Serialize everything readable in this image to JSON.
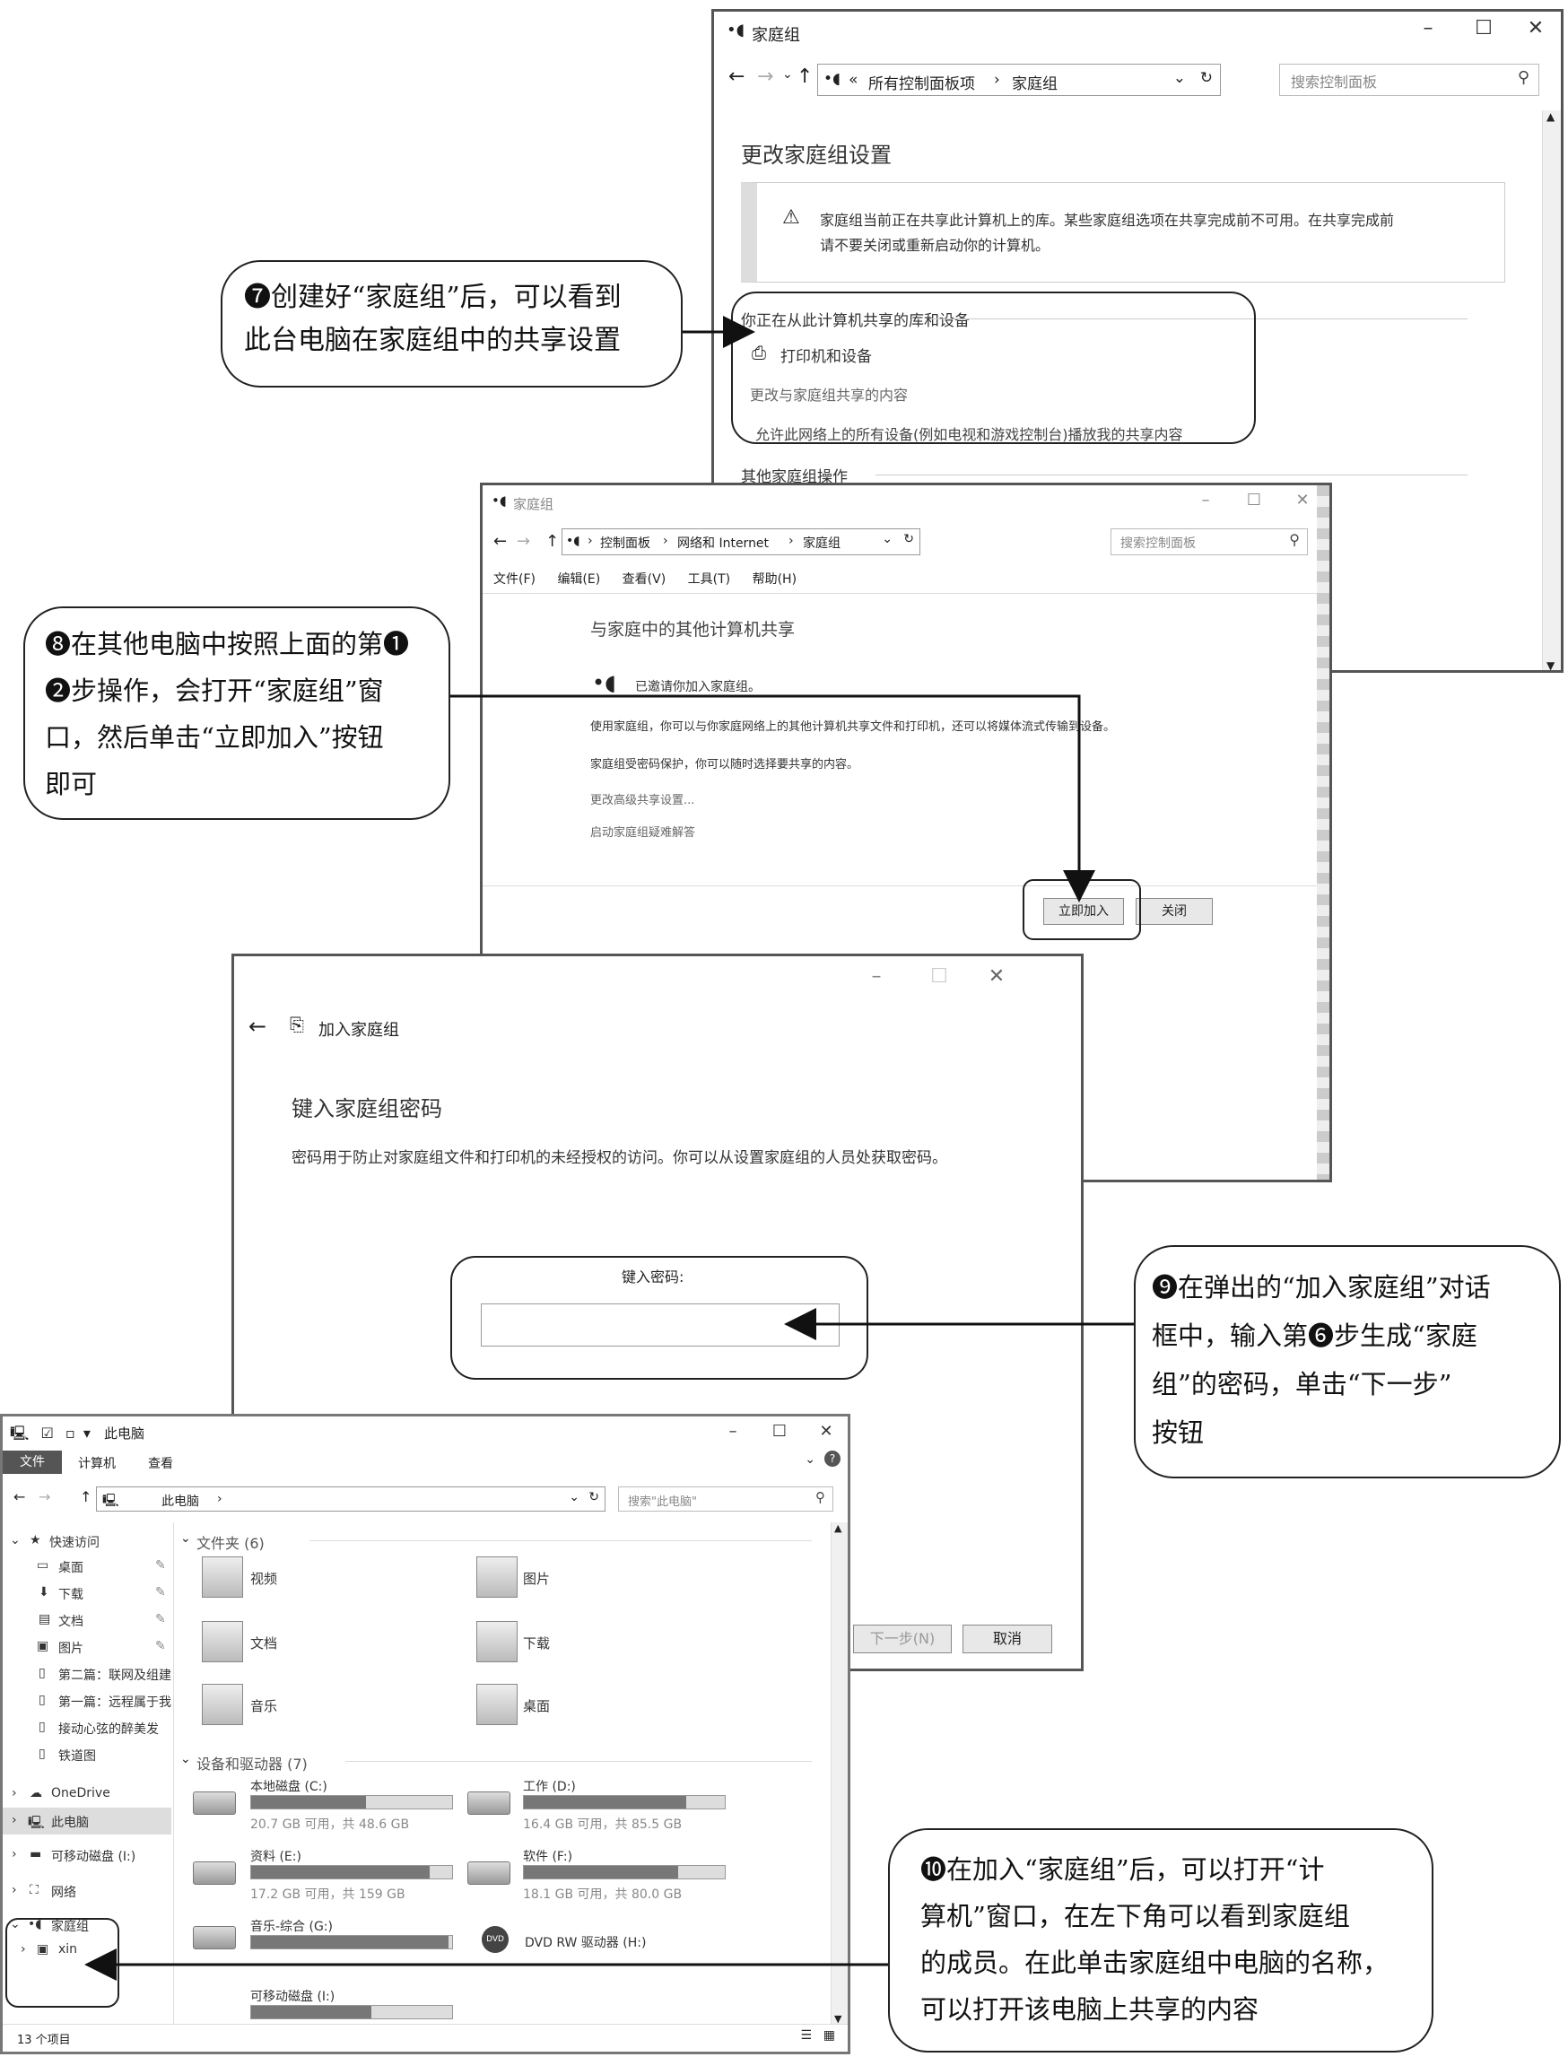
{
  "w1": {
    "title": "家庭组",
    "breadcrumb": [
      "«",
      "所有控制面板项",
      "›",
      "家庭组"
    ],
    "search_placeholder": "搜索控制面板",
    "heading": "更改家庭组设置",
    "warning": [
      "家庭组当前正在共享此计算机上的库。某些家庭组选项在共享完成前不可用。在共享完成前",
      "请不要关闭或重新启动你的计算机。"
    ],
    "section1": "你正在从此计算机共享的库和设备",
    "printers": "打印机和设备",
    "change_link": "更改与家庭组共享的内容",
    "allow_link": "允许此网络上的所有设备(例如电视和游戏控制台)播放我的共享内容",
    "section2": "其他家庭组操作"
  },
  "w2": {
    "title": "家庭组",
    "breadcrumb": [
      "›",
      "控制面板",
      "›",
      "网络和 Internet",
      "›",
      "家庭组"
    ],
    "search_placeholder": "搜索控制面板",
    "menu": [
      "文件(F)",
      "编辑(E)",
      "查看(V)",
      "工具(T)",
      "帮助(H)"
    ],
    "heading": "与家庭中的其他计算机共享",
    "invited": "已邀请你加入家庭组。",
    "desc1": "使用家庭组，你可以与你家庭网络上的其他计算机共享文件和打印机，还可以将媒体流式传输到设备。",
    "desc2": "家庭组受密码保护，你可以随时选择要共享的内容。",
    "link1": "更改高级共享设置...",
    "link2": "启动家庭组疑难解答",
    "join_btn": "立即加入",
    "close_btn": "关闭"
  },
  "w3": {
    "title": "加入家庭组",
    "heading": "键入家庭组密码",
    "desc": "密码用于防止对家庭组文件和打印机的未经授权的访问。你可以从设置家庭组的人员处获取密码。",
    "pwd_label": "键入密码:",
    "next_btn": "下一步(N)",
    "cancel_btn": "取消"
  },
  "w4": {
    "title": "此电脑",
    "tabs": [
      "文件",
      "计算机",
      "查看"
    ],
    "breadcrumb": [
      "此电脑",
      "›"
    ],
    "search_placeholder": "搜索\"此电脑\"",
    "sidebar": {
      "quick": "快速访问",
      "items": [
        "桌面",
        "下载",
        "文档",
        "图片",
        "第二篇：联网及组建",
        "第一篇：远程属于我",
        "接动心弦的醉美发",
        "铁道图"
      ],
      "onedrive": "OneDrive",
      "thispc": "此电脑",
      "removable": "可移动磁盘 (I:)",
      "network": "网络",
      "homegroup": "家庭组",
      "member": "xin"
    },
    "folders_header": "文件夹 (6)",
    "folders": [
      "视频",
      "图片",
      "文档",
      "下载",
      "音乐",
      "桌面"
    ],
    "drives_header": "设备和驱动器 (7)",
    "drives": [
      {
        "name": "本地磁盘 (C:)",
        "info": "20.7 GB 可用，共 48.6 GB",
        "used": 0.57
      },
      {
        "name": "工作 (D:)",
        "info": "16.4 GB 可用，共 85.5 GB",
        "used": 0.81
      },
      {
        "name": "资料 (E:)",
        "info": "17.2 GB 可用，共 159 GB",
        "used": 0.89
      },
      {
        "name": "软件 (F:)",
        "info": "18.1 GB 可用，共 80.0 GB",
        "used": 0.77
      },
      {
        "name": "音乐-综合 (G:)",
        "info": "",
        "used": 0.98
      },
      {
        "name": "DVD RW 驱动器 (H:)",
        "info": "",
        "used": null
      },
      {
        "name": "可移动磁盘 (I:)",
        "info": "",
        "used": 0.6
      }
    ],
    "status": "13 个项目"
  },
  "callouts": {
    "c7": [
      "❼创建好“家庭组”后，可以看到",
      "此台电脑在家庭组中的共享设置"
    ],
    "c8": [
      "❽在其他电脑中按照上面的第❶",
      "❷步操作，会打开“家庭组”窗",
      "口，然后单击“立即加入”按钮",
      "即可"
    ],
    "c9": [
      "❾在弹出的“加入家庭组”对话",
      "框中，输入第❻步生成“家庭",
      "组”的密码，单击“下一步”",
      "按钮"
    ],
    "c10": [
      "❿在加入“家庭组”后，可以打开“计",
      "算机”窗口，在左下角可以看到家庭组",
      "的成员。在此单击家庭组中电脑的名称，",
      "可以打开该电脑上共享的内容"
    ]
  }
}
